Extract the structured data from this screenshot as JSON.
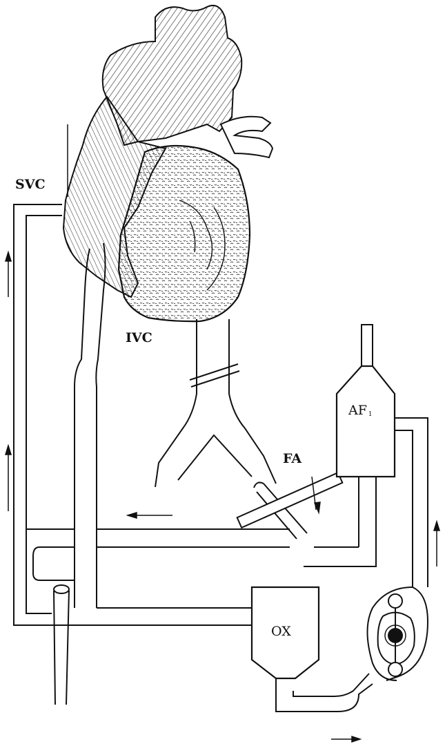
{
  "diagram": {
    "labels": {
      "svc": "SVC",
      "ivc": "IVC",
      "fa": "FA",
      "af": "AF",
      "af_subscript": "1",
      "ox": "OX"
    },
    "colors": {
      "ink": "#111111",
      "paper": "#ffffff",
      "fill": "#ffffff"
    },
    "icons": [
      "flow-arrow-icon",
      "roller-pump-icon"
    ]
  }
}
